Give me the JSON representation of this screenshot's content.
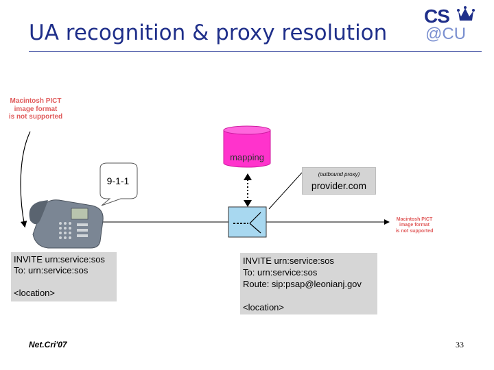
{
  "slide": {
    "title": "UA recognition & proxy resolution",
    "footer": "Net.Cri'07",
    "page_number": "33"
  },
  "logo": {
    "top": "CS",
    "bottom": "@CU"
  },
  "pict_errors": {
    "line1": "Macintosh PICT",
    "line2": "image format",
    "line3": "is not supported"
  },
  "mapping": {
    "label": "mapping",
    "color": "#ff33cc"
  },
  "speech_bubble": {
    "text": "9-1-1"
  },
  "provider": {
    "caption": "(outbound proxy)",
    "name": "provider.com"
  },
  "invite_phone": {
    "line1": "INVITE urn:service:sos",
    "line2": "To: urn:service:sos",
    "line3": "<location>"
  },
  "invite_proxy": {
    "line1": "INVITE urn:service:sos",
    "line2": "To: urn:service:sos",
    "line3": "Route: sip:psap@leonianj.gov",
    "line4": "<location>"
  },
  "colors": {
    "title": "#1f2f8a",
    "router": "#a8d8f0",
    "box": "#d6d6d6"
  },
  "icons": {
    "phone": "desk-phone-icon",
    "router": "router-icon",
    "crown": "crown-icon"
  }
}
